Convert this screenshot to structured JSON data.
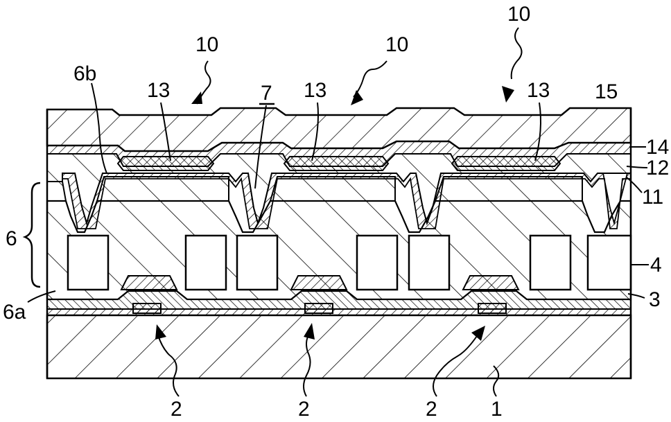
{
  "figure": {
    "labels": {
      "l1": "1",
      "l2a": "2",
      "l2b": "2",
      "l2c": "2",
      "l3": "3",
      "l4": "4",
      "l6": "6",
      "l6a": "6a",
      "l6b": "6b",
      "l7": "7",
      "l10a": "10",
      "l10b": "10",
      "l10c": "10",
      "l11": "11",
      "l12": "12",
      "l13a": "13",
      "l13b": "13",
      "l13c": "13",
      "l14": "14",
      "l15": "15"
    }
  },
  "colors": {
    "ink": "#000000",
    "paper": "#ffffff"
  }
}
